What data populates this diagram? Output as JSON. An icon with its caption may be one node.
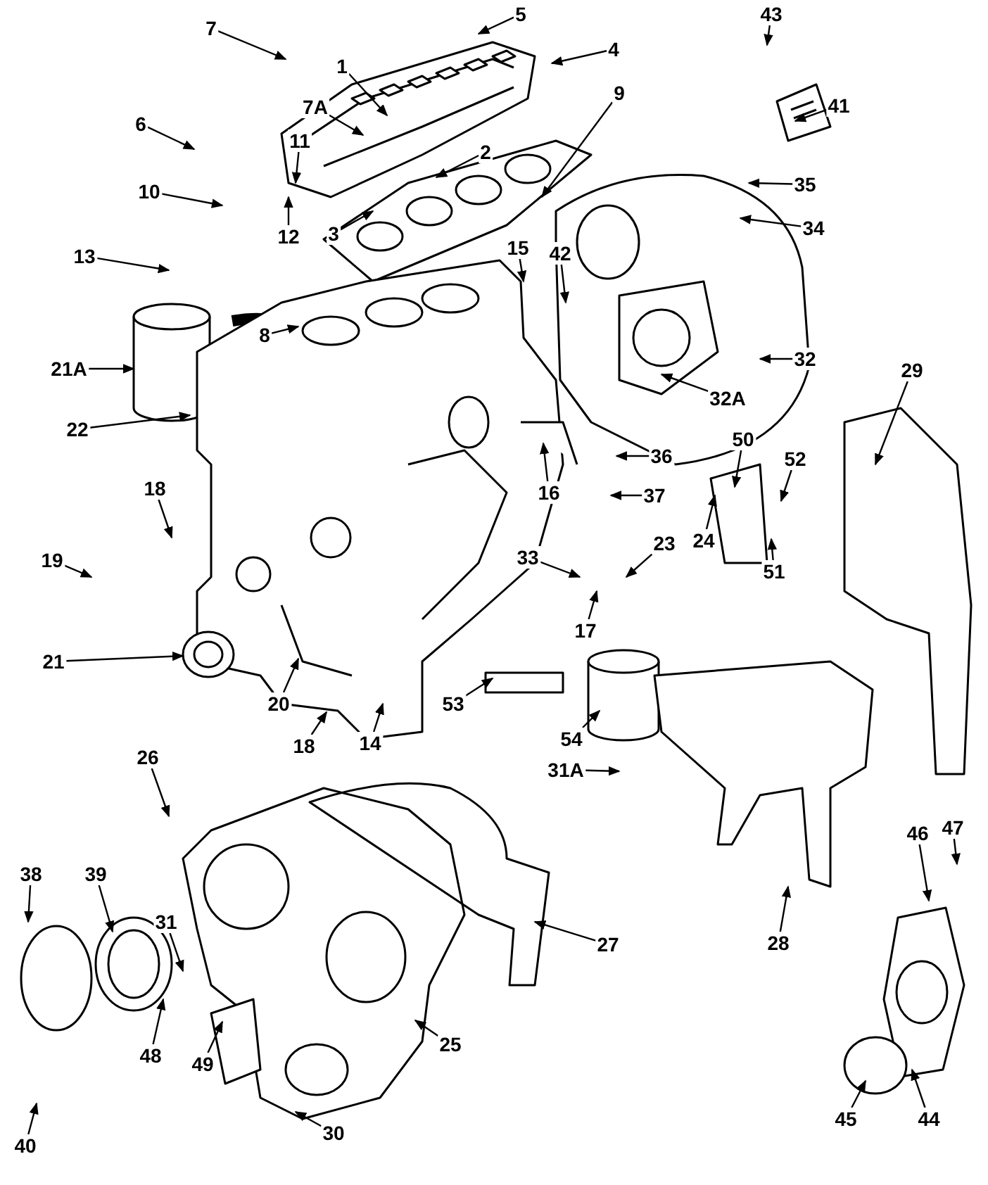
{
  "diagram": {
    "nodes": [
      {
        "text": [
          "7"
        ]
      },
      {
        "text": [
          "1"
        ]
      },
      {
        "text": [
          "5"
        ]
      },
      {
        "text": [
          "4"
        ]
      },
      {
        "text": [
          "43"
        ]
      },
      {
        "text": [
          "41"
        ]
      },
      {
        "text": [
          "9"
        ]
      },
      {
        "text": [
          "7A"
        ]
      },
      {
        "text": [
          "6"
        ]
      },
      {
        "text": [
          "11"
        ]
      },
      {
        "text": [
          "2"
        ]
      },
      {
        "text": [
          "10"
        ]
      },
      {
        "text": [
          "35"
        ]
      },
      {
        "text": [
          "34"
        ]
      },
      {
        "text": [
          "13"
        ]
      },
      {
        "text": [
          "12"
        ]
      },
      {
        "text": [
          "3"
        ]
      },
      {
        "text": [
          "15"
        ]
      },
      {
        "text": [
          "42"
        ]
      },
      {
        "text": [
          "8"
        ]
      },
      {
        "text": [
          "21A"
        ]
      },
      {
        "text": [
          "32"
        ]
      },
      {
        "text": [
          "32A"
        ]
      },
      {
        "text": [
          "22"
        ]
      },
      {
        "text": [
          "29"
        ]
      },
      {
        "text": [
          "50"
        ]
      },
      {
        "text": [
          "52"
        ]
      },
      {
        "text": [
          "36"
        ]
      },
      {
        "text": [
          "16"
        ]
      },
      {
        "text": [
          "37"
        ]
      },
      {
        "text": [
          "24"
        ]
      },
      {
        "text": [
          "18"
        ]
      },
      {
        "text": [
          "23"
        ]
      },
      {
        "text": [
          "33"
        ]
      },
      {
        "text": [
          "19"
        ]
      },
      {
        "text": [
          "51"
        ]
      },
      {
        "text": [
          "17"
        ]
      },
      {
        "text": [
          "21"
        ]
      },
      {
        "text": [
          "53"
        ]
      },
      {
        "text": [
          "20"
        ]
      },
      {
        "text": [
          "14"
        ]
      },
      {
        "text": [
          "54"
        ]
      },
      {
        "text": [
          "18"
        ]
      },
      {
        "text": [
          "26"
        ]
      },
      {
        "text": [
          "31A"
        ]
      },
      {
        "text": [
          "38"
        ]
      },
      {
        "text": [
          "39"
        ]
      },
      {
        "text": [
          "47"
        ]
      },
      {
        "text": [
          "46"
        ]
      },
      {
        "text": [
          "31"
        ]
      },
      {
        "text": [
          "27"
        ]
      },
      {
        "text": [
          "28"
        ]
      },
      {
        "text": [
          "25"
        ]
      },
      {
        "text": [
          "48"
        ]
      },
      {
        "text": [
          "49"
        ]
      },
      {
        "text": [
          "45"
        ]
      },
      {
        "text": [
          "44"
        ]
      },
      {
        "text": [
          "30"
        ]
      },
      {
        "text": [
          "40"
        ]
      }
    ],
    "edges": [
      {
        "from": 0,
        "to": null,
        "arrow": "to"
      },
      {
        "from": 1,
        "to": null,
        "arrow": "to"
      },
      {
        "from": 2,
        "to": null,
        "arrow": "to"
      },
      {
        "from": 3,
        "to": null,
        "arrow": "to"
      },
      {
        "from": 4,
        "to": null,
        "arrow": "to"
      },
      {
        "from": 5,
        "to": null,
        "arrow": "to"
      },
      {
        "from": 6,
        "to": null,
        "arrow": "to"
      },
      {
        "from": 7,
        "to": null,
        "arrow": "to"
      },
      {
        "from": 8,
        "to": null,
        "arrow": "to"
      },
      {
        "from": 9,
        "to": null,
        "arrow": "to"
      },
      {
        "from": 10,
        "to": null,
        "arrow": "to"
      },
      {
        "from": 11,
        "to": null,
        "arrow": "to"
      },
      {
        "from": 12,
        "to": null,
        "arrow": "to"
      },
      {
        "from": 13,
        "to": null,
        "arrow": "to"
      },
      {
        "from": 14,
        "to": null,
        "arrow": "to"
      },
      {
        "from": 15,
        "to": null,
        "arrow": "to"
      },
      {
        "from": 16,
        "to": null,
        "arrow": "to"
      },
      {
        "from": 17,
        "to": null,
        "arrow": "to"
      },
      {
        "from": 18,
        "to": null,
        "arrow": "to"
      },
      {
        "from": 19,
        "to": null,
        "arrow": "to"
      },
      {
        "from": 20,
        "to": null,
        "arrow": "to"
      },
      {
        "from": 21,
        "to": null,
        "arrow": "to"
      },
      {
        "from": 22,
        "to": null,
        "arrow": "to"
      },
      {
        "from": 23,
        "to": null,
        "arrow": "to"
      },
      {
        "from": 24,
        "to": null,
        "arrow": "to"
      },
      {
        "from": 25,
        "to": null,
        "arrow": "to"
      },
      {
        "from": 26,
        "to": null,
        "arrow": "to"
      },
      {
        "from": 27,
        "to": null,
        "arrow": "to"
      },
      {
        "from": 28,
        "to": null,
        "arrow": "to"
      },
      {
        "from": 29,
        "to": null,
        "arrow": "to"
      },
      {
        "from": 30,
        "to": null,
        "arrow": "to"
      },
      {
        "from": 31,
        "to": null,
        "arrow": "to"
      },
      {
        "from": 32,
        "to": null,
        "arrow": "to"
      },
      {
        "from": 33,
        "to": null,
        "arrow": "to"
      },
      {
        "from": 34,
        "to": null,
        "arrow": "to"
      },
      {
        "from": 35,
        "to": null,
        "arrow": "to"
      },
      {
        "from": 36,
        "to": null,
        "arrow": "to"
      },
      {
        "from": 37,
        "to": null,
        "arrow": "to"
      },
      {
        "from": 38,
        "to": null,
        "arrow": "to"
      },
      {
        "from": 39,
        "to": null,
        "arrow": "to"
      },
      {
        "from": 40,
        "to": null,
        "arrow": "to"
      },
      {
        "from": 41,
        "to": null,
        "arrow": "to"
      },
      {
        "from": 42,
        "to": null,
        "arrow": "to"
      },
      {
        "from": 43,
        "to": null,
        "arrow": "to"
      },
      {
        "from": 44,
        "to": null,
        "arrow": "to"
      },
      {
        "from": 45,
        "to": null,
        "arrow": "to"
      },
      {
        "from": 46,
        "to": null,
        "arrow": "to"
      },
      {
        "from": 47,
        "to": null,
        "arrow": "to"
      },
      {
        "from": 48,
        "to": null,
        "arrow": "to"
      },
      {
        "from": 49,
        "to": null,
        "arrow": "to"
      },
      {
        "from": 50,
        "to": null,
        "arrow": "to"
      },
      {
        "from": 51,
        "to": null,
        "arrow": "to"
      },
      {
        "from": 52,
        "to": null,
        "arrow": "to"
      },
      {
        "from": 53,
        "to": null,
        "arrow": "to"
      },
      {
        "from": 54,
        "to": null,
        "arrow": "to"
      },
      {
        "from": 55,
        "to": null,
        "arrow": "to"
      },
      {
        "from": 56,
        "to": null,
        "arrow": "to"
      },
      {
        "from": 57,
        "to": null,
        "arrow": "to"
      },
      {
        "from": 58,
        "to": null,
        "arrow": "to"
      }
    ]
  }
}
